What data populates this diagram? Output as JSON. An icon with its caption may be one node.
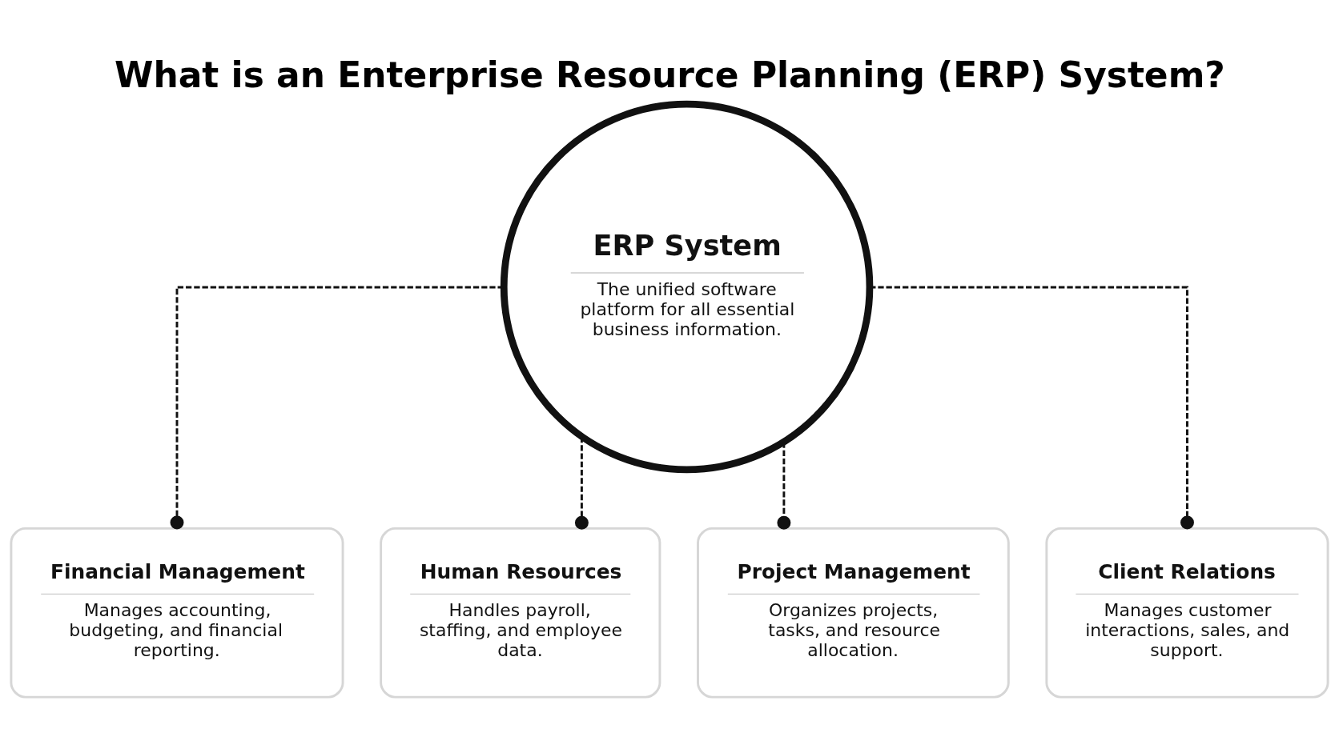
{
  "diagram": {
    "title": "What is an Enterprise Resource Planning (ERP) System?",
    "nodes": [
      {
        "text": [
          "ERP System",
          "The unified software platform for all essential business information."
        ]
      },
      {
        "text": [
          "Financial Management",
          "Manages accounting, budgeting, and financial reporting."
        ]
      },
      {
        "text": [
          "Human Resources",
          "Handles payroll, staffing, and employee data."
        ]
      },
      {
        "text": [
          "Project Management",
          "Organizes projects, tasks, and resource allocation."
        ]
      },
      {
        "text": [
          "Client Relations",
          "Manages customer interactions, sales, and support."
        ]
      }
    ],
    "edges": [
      {
        "from": 0,
        "to": 1,
        "arrow": "other",
        "style": "dashed"
      },
      {
        "from": 0,
        "to": 2,
        "arrow": "other",
        "style": "dashed"
      },
      {
        "from": 0,
        "to": 3,
        "arrow": "other",
        "style": "dashed"
      },
      {
        "from": 0,
        "to": 4,
        "arrow": "other",
        "style": "dashed"
      }
    ]
  }
}
